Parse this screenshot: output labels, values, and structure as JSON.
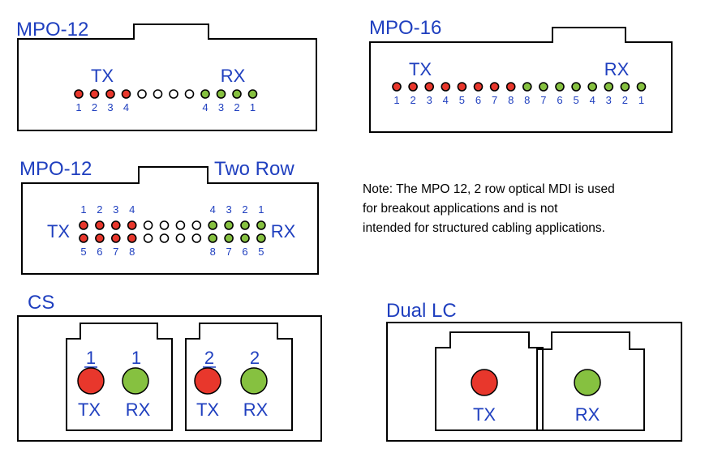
{
  "colors": {
    "label": "#1f3fbf",
    "tx": "#e8372c",
    "rx": "#86c140",
    "empty": "#ffffff",
    "outline": "#000000"
  },
  "mpo12": {
    "title": "MPO-12",
    "tx_label": "TX",
    "rx_label": "RX",
    "fibers": [
      "tx",
      "tx",
      "tx",
      "tx",
      "empty",
      "empty",
      "empty",
      "empty",
      "rx",
      "rx",
      "rx",
      "rx"
    ],
    "tx_numbers": [
      "1",
      "2",
      "3",
      "4"
    ],
    "rx_numbers": [
      "4",
      "3",
      "2",
      "1"
    ]
  },
  "mpo16": {
    "title": "MPO-16",
    "tx_label": "TX",
    "rx_label": "RX",
    "fibers": [
      "tx",
      "tx",
      "tx",
      "tx",
      "tx",
      "tx",
      "tx",
      "tx",
      "rx",
      "rx",
      "rx",
      "rx",
      "rx",
      "rx",
      "rx",
      "rx"
    ],
    "numbers": [
      "1",
      "2",
      "3",
      "4",
      "5",
      "6",
      "7",
      "8",
      "8",
      "7",
      "6",
      "5",
      "4",
      "3",
      "2",
      "1"
    ]
  },
  "mpo12_two_row": {
    "title": "MPO-12",
    "subtitle": "Two Row",
    "tx_label": "TX",
    "rx_label": "RX",
    "fibers": [
      "tx",
      "tx",
      "tx",
      "tx",
      "empty",
      "empty",
      "empty",
      "empty",
      "rx",
      "rx",
      "rx",
      "rx"
    ],
    "top_tx_numbers": [
      "1",
      "2",
      "3",
      "4"
    ],
    "top_rx_numbers": [
      "4",
      "3",
      "2",
      "1"
    ],
    "bottom_tx_numbers": [
      "5",
      "6",
      "7",
      "8"
    ],
    "bottom_rx_numbers": [
      "8",
      "7",
      "6",
      "5"
    ]
  },
  "note": {
    "lines": [
      "Note: The MPO 12, 2 row optical MDI is used",
      "for  breakout applications and is not",
      "intended for structured cabling applications."
    ]
  },
  "cs": {
    "title": "CS",
    "ports": [
      {
        "number": "1",
        "tx_label": "TX",
        "rx_label": "RX"
      },
      {
        "number": "2",
        "tx_label": "TX",
        "rx_label": "RX"
      }
    ]
  },
  "dual_lc": {
    "title": "Dual LC",
    "ports": [
      {
        "label": "TX",
        "type": "tx"
      },
      {
        "label": "RX",
        "type": "rx"
      }
    ]
  }
}
